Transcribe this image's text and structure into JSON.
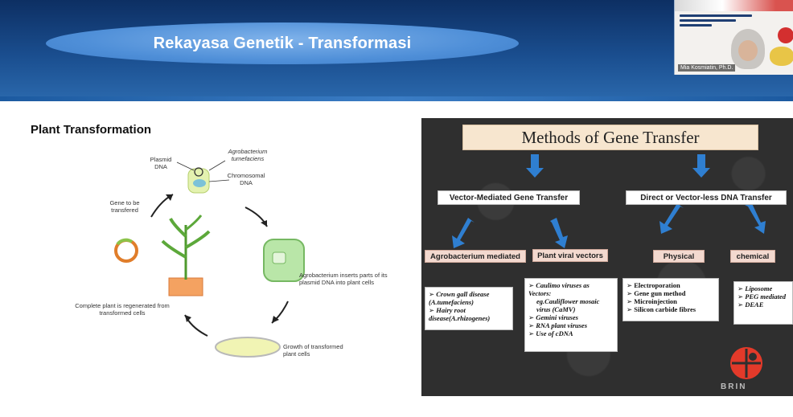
{
  "header": {
    "title": "Rekayasa Genetik - Transformasi"
  },
  "webcam": {
    "presenter_name": "Mia Kosmiatin, Ph.D."
  },
  "plant_transformation": {
    "title": "Plant Transformation",
    "labels": {
      "plasmid": "Plasmid DNA",
      "agrobacterium": "Agrobacterium tumefaciens",
      "chromosomal": "Chromosomal DNA",
      "gene": "Gene to be transfered",
      "inserts": "Agrobacterium inserts parts of its plasmid DNA into plant cells",
      "growth": "Growth of transformed plant cells",
      "regenerated": "Complete plant is regenerated from transformed cells"
    }
  },
  "methods": {
    "title": "Methods of Gene Transfer",
    "vector_mediated": "Vector-Mediated Gene Transfer",
    "direct": "Direct or Vector-less DNA Transfer",
    "sub": {
      "agro": "Agrobacterium mediated",
      "viral": "Plant viral vectors",
      "physical": "Physical",
      "chemical": "chemical"
    },
    "agro_list": [
      "Crown gall disease (A.tumefaciens)",
      "Hairy root disease(A.rhizogenes)"
    ],
    "viral_list": [
      "Caulimo viruses as Vectors:",
      "eg.Cauliflower mosaic virus (CaMV)",
      "Gemini viruses",
      "RNA plant viruses",
      "Use of cDNA"
    ],
    "physical_list": [
      "Electroporation",
      "Gene gun method",
      "Microinjection",
      "Silicon carbide fibres"
    ],
    "chemical_list": [
      "Liposome",
      "PEG mediated",
      "DEAE"
    ],
    "logo_text": "BRIN",
    "colors": {
      "panel_bg": "#2f2f2f",
      "title_bg": "#f7e6cf",
      "arrow": "#2f7fd1",
      "sub_bg": "#f3d9cf"
    }
  }
}
